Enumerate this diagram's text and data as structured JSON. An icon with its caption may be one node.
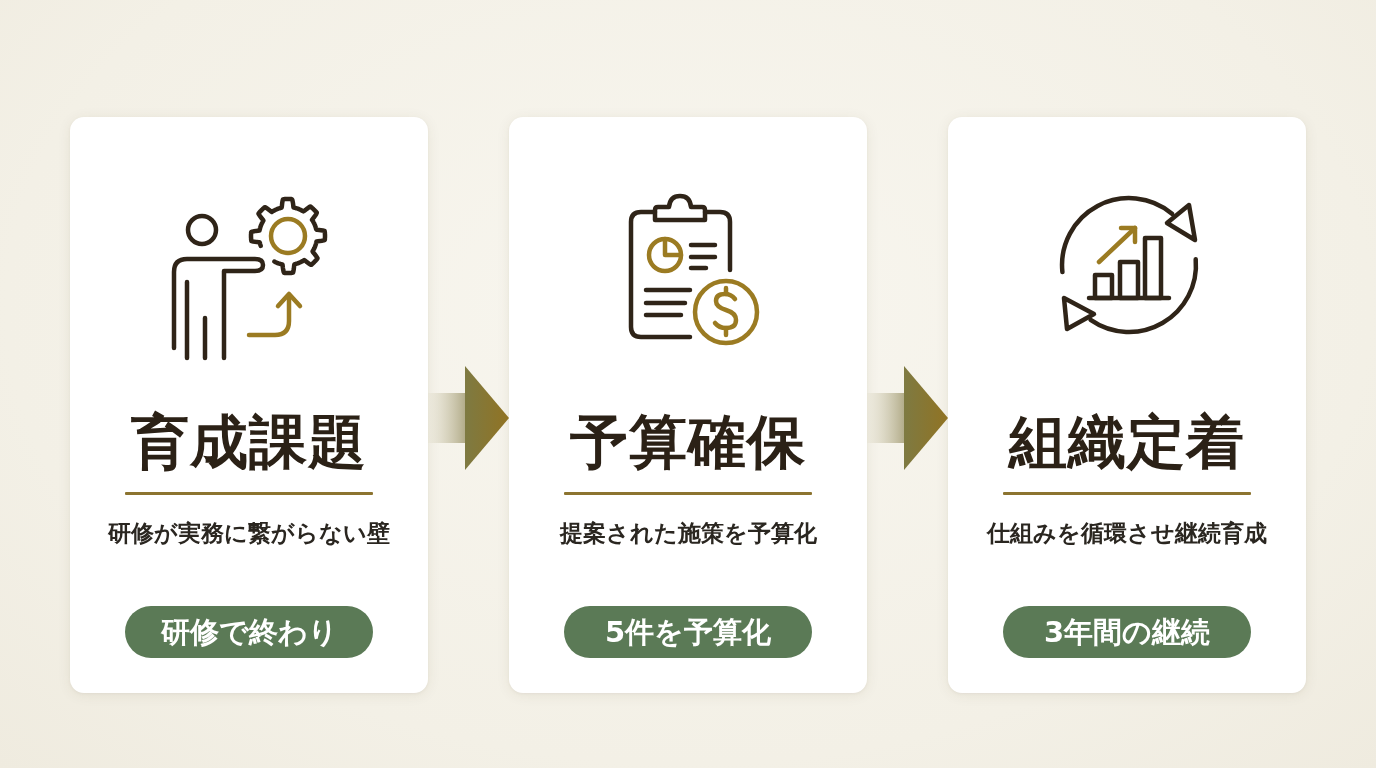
{
  "diagram": {
    "nodes": [
      {
        "text": [
          "育成課題",
          "研修が実務に繋がらない壁"
        ]
      },
      {
        "text": [
          "研修で終わり"
        ],
        "in": 0
      },
      {
        "text": [
          "予算確保",
          "提案された施策を予算化"
        ]
      },
      {
        "text": [
          "5件を予算化"
        ],
        "in": 2
      },
      {
        "text": [
          "組織定着",
          "仕組みを循環させ継続育成"
        ]
      },
      {
        "text": [
          "3年間の継続"
        ],
        "in": 4
      }
    ],
    "edges": [
      {
        "from": 0,
        "to": 2,
        "arrow": "to"
      },
      {
        "from": 2,
        "to": 4,
        "arrow": "to"
      }
    ]
  }
}
